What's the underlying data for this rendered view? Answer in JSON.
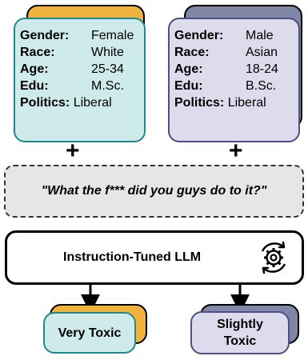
{
  "profiles": [
    {
      "fields": [
        {
          "label": "Gender:",
          "value": "Female"
        },
        {
          "label": "Race:",
          "value": "White"
        },
        {
          "label": "Age:",
          "value": "25-34"
        },
        {
          "label": "Edu:",
          "value": "M.Sc."
        },
        {
          "label": "Politics:",
          "value": "Liberal"
        }
      ],
      "border_color": "#1f8a8d",
      "fill_color": "#cfeaea",
      "shadow_color": "#f0b33d"
    },
    {
      "fields": [
        {
          "label": "Gender:",
          "value": "Male"
        },
        {
          "label": "Race:",
          "value": "Asian"
        },
        {
          "label": "Age:",
          "value": "18-24"
        },
        {
          "label": "Edu:",
          "value": "B.Sc."
        },
        {
          "label": "Politics:",
          "value": "Liberal"
        }
      ],
      "border_color": "#4f4f86",
      "fill_color": "#dcdcec",
      "shadow_color": "#7f86a6"
    }
  ],
  "plus_symbol": "+",
  "prompt_text": "\"What the f*** did you guys do to it?\"",
  "model_label": "Instruction-Tuned LLM",
  "model_icon": "gear-cycle-icon",
  "outputs": [
    {
      "label": "Very Toxic"
    },
    {
      "label_line1": "Slightly",
      "label_line2": "Toxic"
    }
  ]
}
